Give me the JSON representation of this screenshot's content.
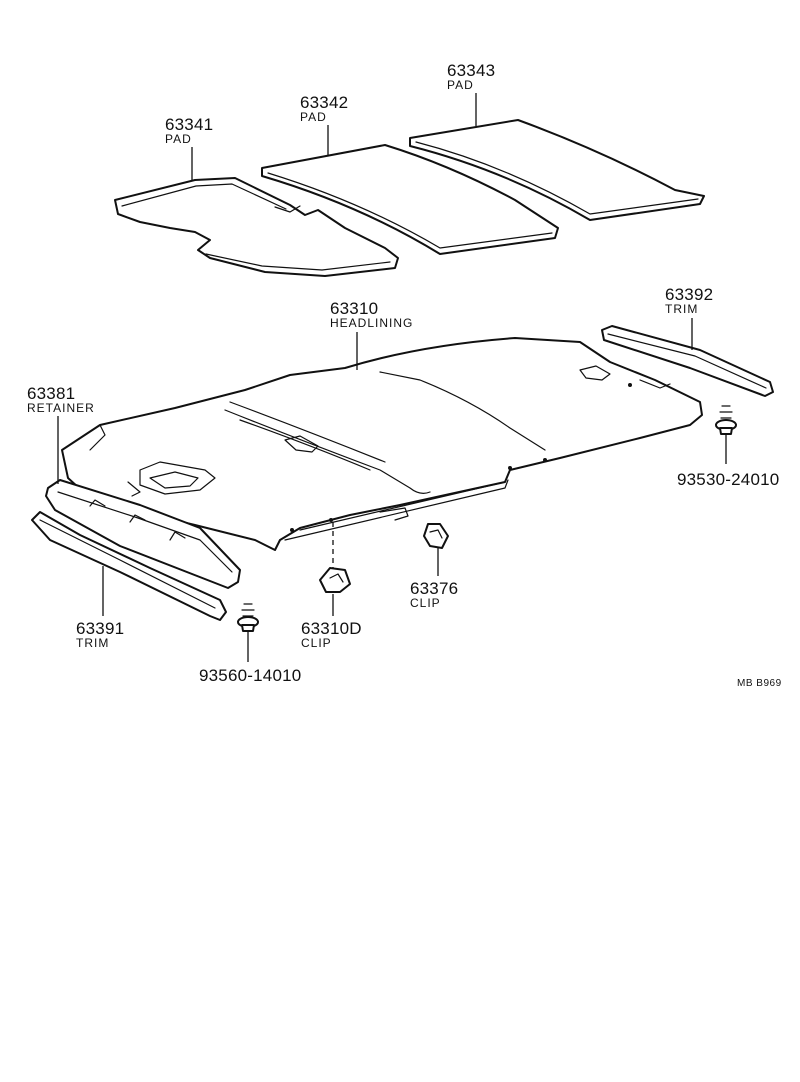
{
  "parts": [
    {
      "id": "pad-63341",
      "number": "63341",
      "name": "PAD"
    },
    {
      "id": "pad-63342",
      "number": "63342",
      "name": "PAD"
    },
    {
      "id": "pad-63343",
      "number": "63343",
      "name": "PAD"
    },
    {
      "id": "headlining",
      "number": "63310",
      "name": "HEADLINING"
    },
    {
      "id": "trim-63392",
      "number": "63392",
      "name": "TRIM"
    },
    {
      "id": "retainer",
      "number": "63381",
      "name": "RETAINER"
    },
    {
      "id": "screw-rear",
      "number": "93530-24010",
      "name": ""
    },
    {
      "id": "clip-63376",
      "number": "63376",
      "name": "CLIP"
    },
    {
      "id": "trim-63391",
      "number": "63391",
      "name": "TRIM"
    },
    {
      "id": "clip-63310d",
      "number": "63310D",
      "name": "CLIP"
    },
    {
      "id": "screw-front",
      "number": "93560-14010",
      "name": ""
    }
  ],
  "reference_code": "MB B969"
}
